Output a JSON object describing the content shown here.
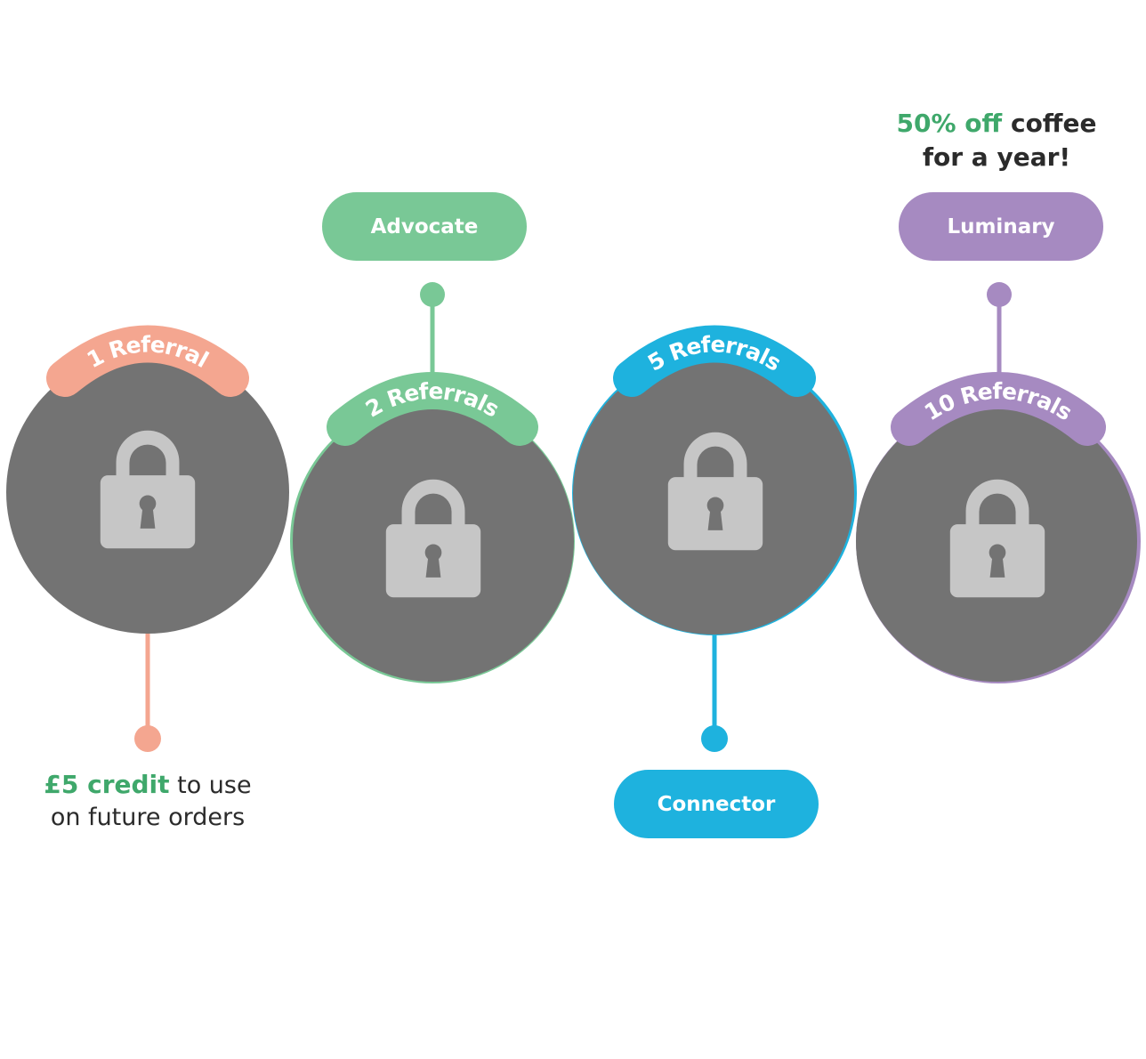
{
  "colors": {
    "coral": "#F4A690",
    "green": "#79C896",
    "blue": "#1EB2DE",
    "purple": "#A68AC1",
    "circle_fill": "#737373",
    "lock_fill": "#C6C6C6",
    "text_dark": "#2b2b2b",
    "text_green": "#3FA86B"
  },
  "tiers": [
    {
      "referrals_label": "1 Referral",
      "icon": "lock-icon",
      "color": "coral",
      "status": "locked"
    },
    {
      "referrals_label": "2 Referrals",
      "icon": "lock-icon",
      "color": "green",
      "status": "locked",
      "title": "Advocate"
    },
    {
      "referrals_label": "5 Referrals",
      "icon": "lock-icon",
      "color": "blue",
      "status": "locked",
      "title": "Connector"
    },
    {
      "referrals_label": "10 Referrals",
      "icon": "lock-icon",
      "color": "purple",
      "status": "locked",
      "title": "Luminary"
    }
  ],
  "rewards": {
    "tier1": {
      "line1_highlight": "£5 credit",
      "line1_rest": " to use",
      "line2": "on future orders"
    },
    "tier4": {
      "line1_highlight": "50% off",
      "line1_rest": " coffee",
      "line2": "for a year!"
    }
  }
}
